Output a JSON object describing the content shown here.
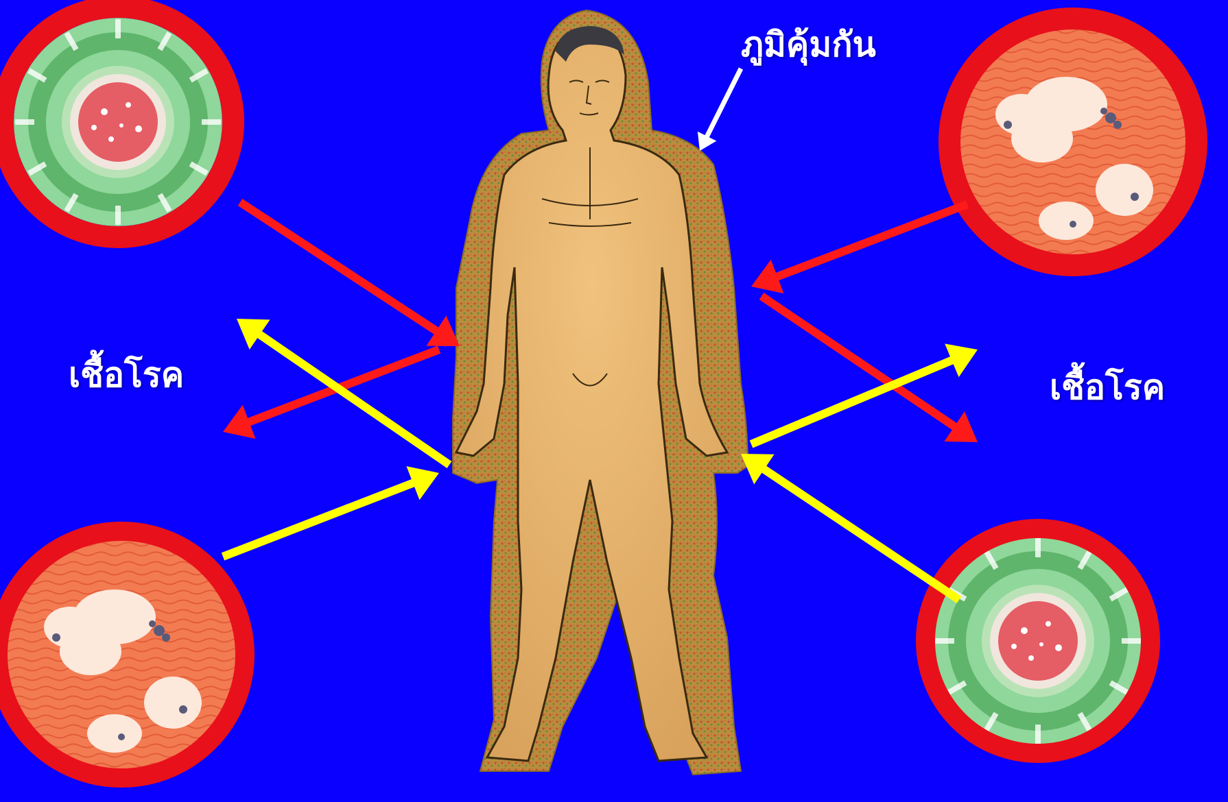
{
  "labels": {
    "pathogen_left": "เชื้อโรค",
    "pathogen_right": "เชื้อโรค",
    "immunity": "ภูมิคุ้มกัน"
  },
  "colors": {
    "background": "#0a00ff",
    "arrow_red": "#ff1a1a",
    "arrow_yellow": "#ffff00",
    "arrow_white": "#ffffff",
    "ring_red": "#e8101a",
    "skin": "#e3b06a",
    "aura": "#b08a3a",
    "virus_green": "#7ecb8a",
    "bacteria_orange": "#f2724a"
  },
  "icons": {
    "figure": "human-body-icon",
    "virus": "virus-icon",
    "bacteria": "bacteria-icon"
  }
}
